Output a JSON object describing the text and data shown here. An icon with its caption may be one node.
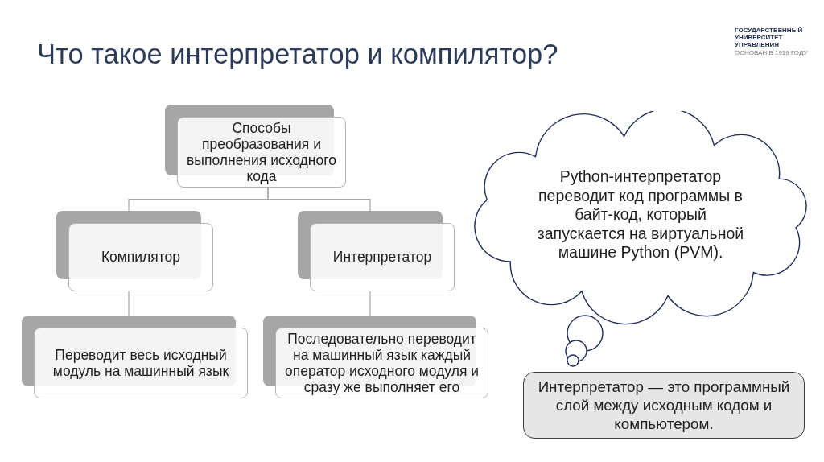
{
  "diagram": {
    "title": "Что такое интерпретатор и компилятор?",
    "nodes": [
      {
        "text": [
          "Способы преобразования и выполнения исходного кода"
        ]
      },
      {
        "text": [
          "Компилятор"
        ]
      },
      {
        "text": [
          "Интерпретатор"
        ]
      },
      {
        "text": [
          "Переводит весь исходный модуль на машинный язык"
        ]
      },
      {
        "text": [
          "Последовательно переводит на машинный язык каждый оператор исходного модуля и сразу же выполняет его"
        ]
      },
      {
        "text": [
          "Python-интерпретатор переводит код программы в байт-код, который запускается на виртуальной машине Python (PVM)."
        ]
      },
      {
        "text": [
          "Интерпретатор — это программный слой между исходным кодом и компьютером."
        ]
      }
    ],
    "edges": [
      {
        "from": 0,
        "to": 1,
        "arrow": "none"
      },
      {
        "from": 0,
        "to": 2,
        "arrow": "none"
      },
      {
        "from": 1,
        "to": 3,
        "arrow": "none"
      },
      {
        "from": 2,
        "to": 4,
        "arrow": "none"
      }
    ],
    "labels": [
      "ГОСУДАРСТВЕННЫЙ УНИВЕРСИТЕТ УПРАВЛЕНИЯ",
      "ОСНОВАН В 1919 ГОДУ"
    ]
  }
}
